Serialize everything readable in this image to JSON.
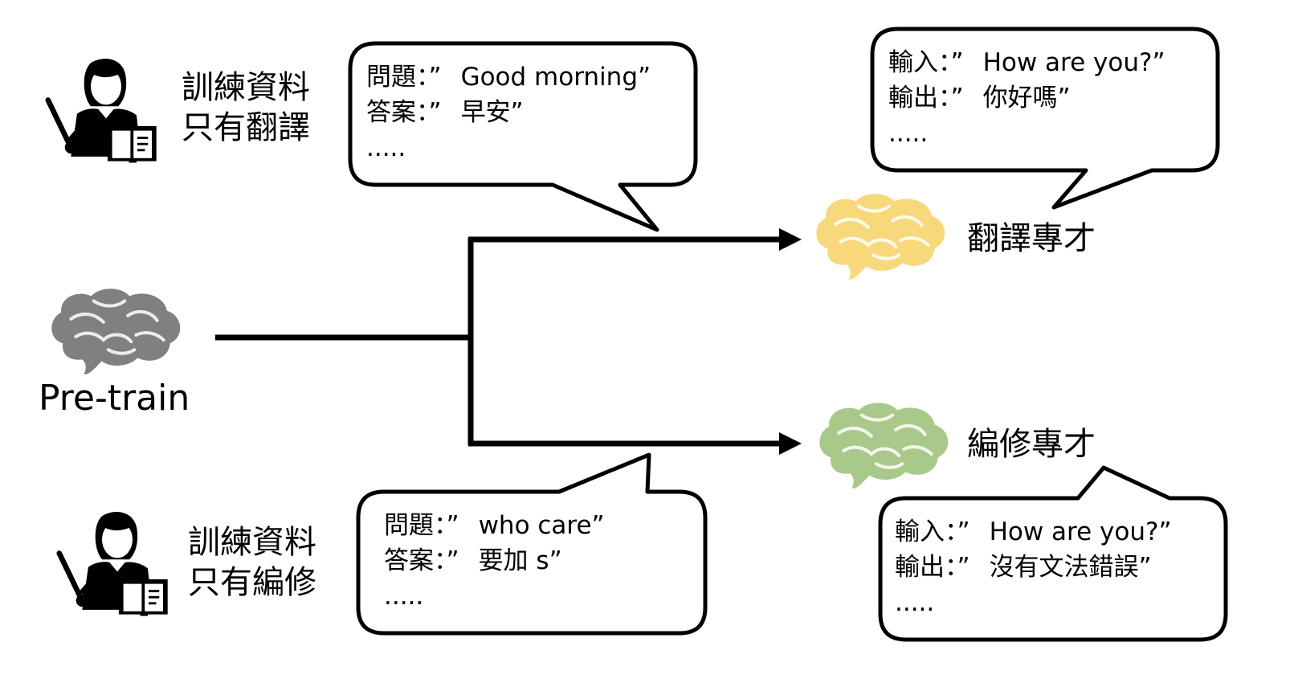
{
  "pretrain": {
    "label": "Pre-train"
  },
  "top_branch": {
    "data_label": [
      "訓練資料",
      "只有翻譯"
    ],
    "example": [
      {
        "key": "問題：”",
        "value": "Good morning”"
      },
      {
        "key": "答案：”",
        "value": "早安”"
      }
    ],
    "example_more": ".....",
    "expert_label": "翻譯專才",
    "expert_example": [
      {
        "key": "輸入：”",
        "value": "How are you?”"
      },
      {
        "key": "輸出：”",
        "value": "你好嗎”"
      }
    ],
    "expert_example_more": ".....",
    "brain_color": "#f7d87b"
  },
  "bottom_branch": {
    "data_label": [
      "訓練資料",
      "只有編修"
    ],
    "example": [
      {
        "key": "問題：”",
        "value": "who care”"
      },
      {
        "key": "答案：”",
        "value": "要加 s”"
      }
    ],
    "example_more": ".....",
    "expert_label": "編修專才",
    "expert_example": [
      {
        "key": "輸入：”",
        "value": "How are you?”"
      },
      {
        "key": "輸出：”",
        "value": "沒有文法錯誤”"
      }
    ],
    "expert_example_more": ".....",
    "brain_color": "#a9c98a"
  },
  "pretrain_brain_color": "#808080"
}
